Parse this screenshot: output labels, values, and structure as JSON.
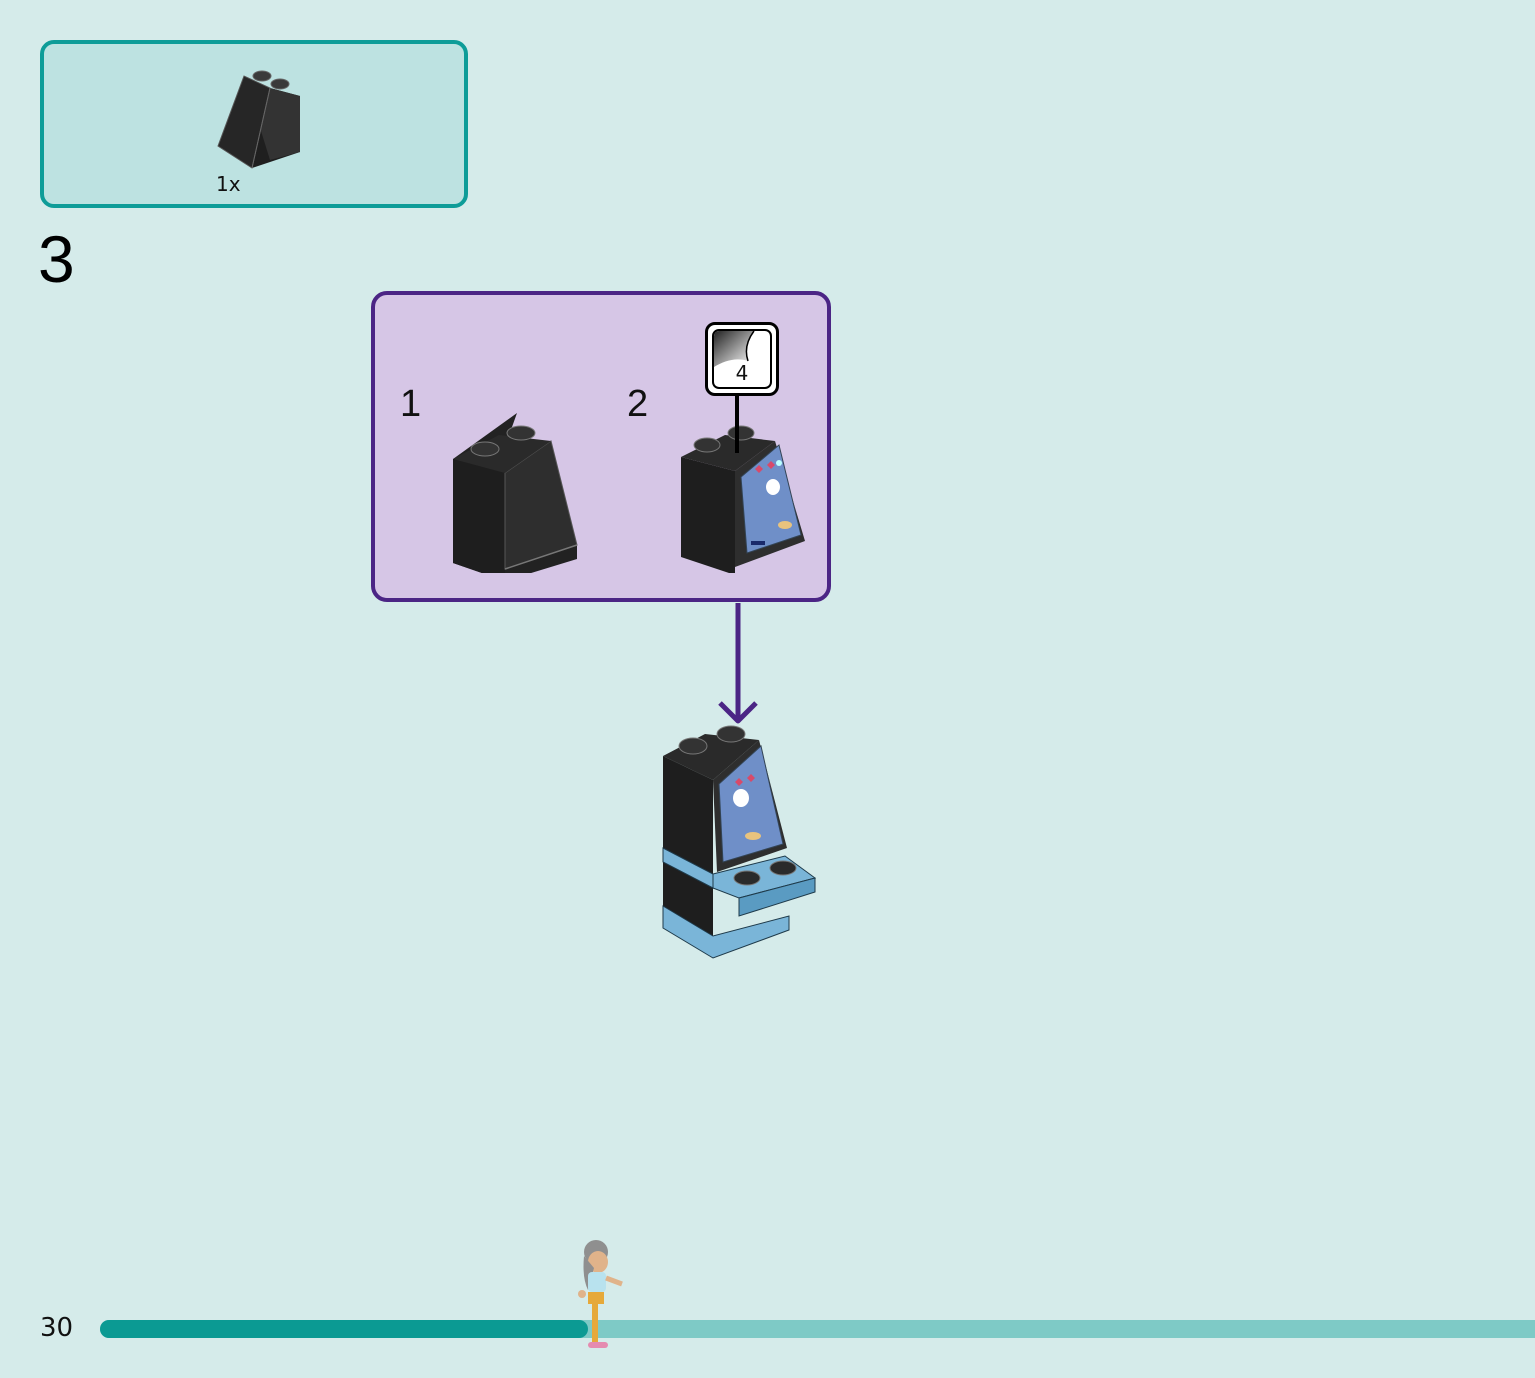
{
  "parts": {
    "quantity": "1x",
    "brick_color": "#2b2b2b"
  },
  "step": {
    "number": "3"
  },
  "substeps": {
    "first": "1",
    "second": "2",
    "sticker_number": "4"
  },
  "progress": {
    "fraction": 0.34
  },
  "page": {
    "number": "30"
  },
  "colors": {
    "page_bg": "#d5ebea",
    "parts_frame": "#0e9c98",
    "substep_frame": "#4b2585",
    "progress_done": "#0b9a93",
    "progress_remaining": "#7ecac6",
    "screen": "#6f8fc8",
    "base_blue": "#7ab5d8"
  }
}
